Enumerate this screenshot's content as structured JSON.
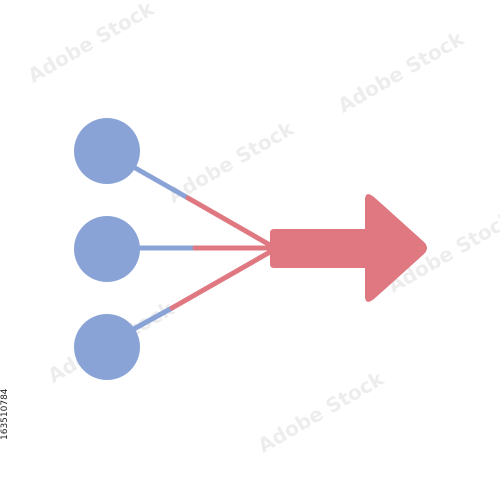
{
  "colors": {
    "node": "#8aa3d6",
    "line_blue": "#8aa3d6",
    "line_red": "#df7880",
    "arrow": "#df7880",
    "background": "#ffffff"
  },
  "icon": {
    "name": "merge-arrow-icon",
    "nodes": [
      "node-top",
      "node-middle",
      "node-bottom"
    ]
  },
  "watermark": {
    "text": "Adobe Stock",
    "stock_id": "163510784"
  }
}
